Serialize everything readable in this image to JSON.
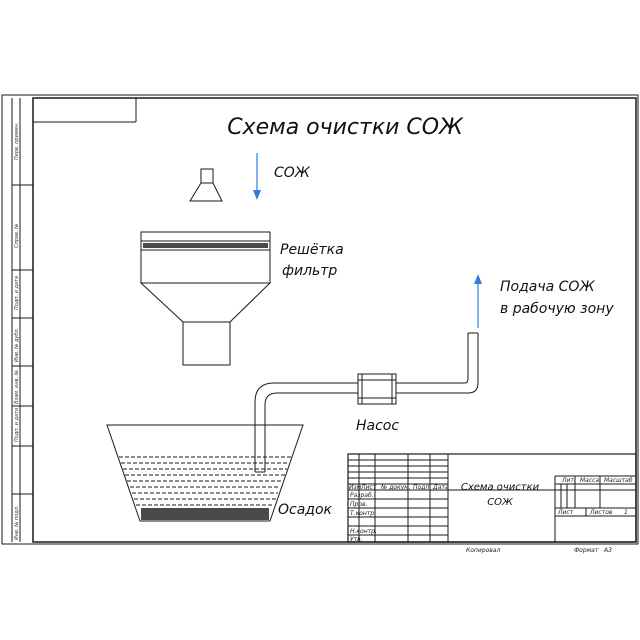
{
  "diagram": {
    "title": "Схема очистки СОЖ",
    "labels": {
      "coolant": "СОЖ",
      "grid_line1": "Решётка",
      "grid_line2": "фильтр",
      "supply_line1": "Подача СОЖ",
      "supply_line2": "в рабочую зону",
      "pump": "Насос",
      "sediment": "Осадок"
    }
  },
  "title_block": {
    "name_line1": "Схема очистки",
    "name_line2": "СОЖ",
    "col_headers": [
      "Изм",
      "Лист",
      "№ докум.",
      "Подп.",
      "Дата"
    ],
    "rows": [
      "Разраб.",
      "Пров.",
      "Т.контр.",
      "",
      "Н.контр.",
      "Утв."
    ],
    "right_headers": [
      "Лит.",
      "Масса",
      "Масштаб"
    ],
    "sheet_label": "Лист",
    "sheets_label": "Листов",
    "sheets_value": "1",
    "copied": "Копировал",
    "format_label": "Формат",
    "format_value": "А3"
  },
  "side_strip": [
    "Перв. примен.",
    "Справ. №",
    "Подп. и дата",
    "Инв. № дубл.",
    "Взам. инв. №",
    "Подп. и дата",
    "Инв. № подл."
  ],
  "colors": {
    "arrows": "#2f7fd6",
    "lines": "#1a1a1a"
  }
}
